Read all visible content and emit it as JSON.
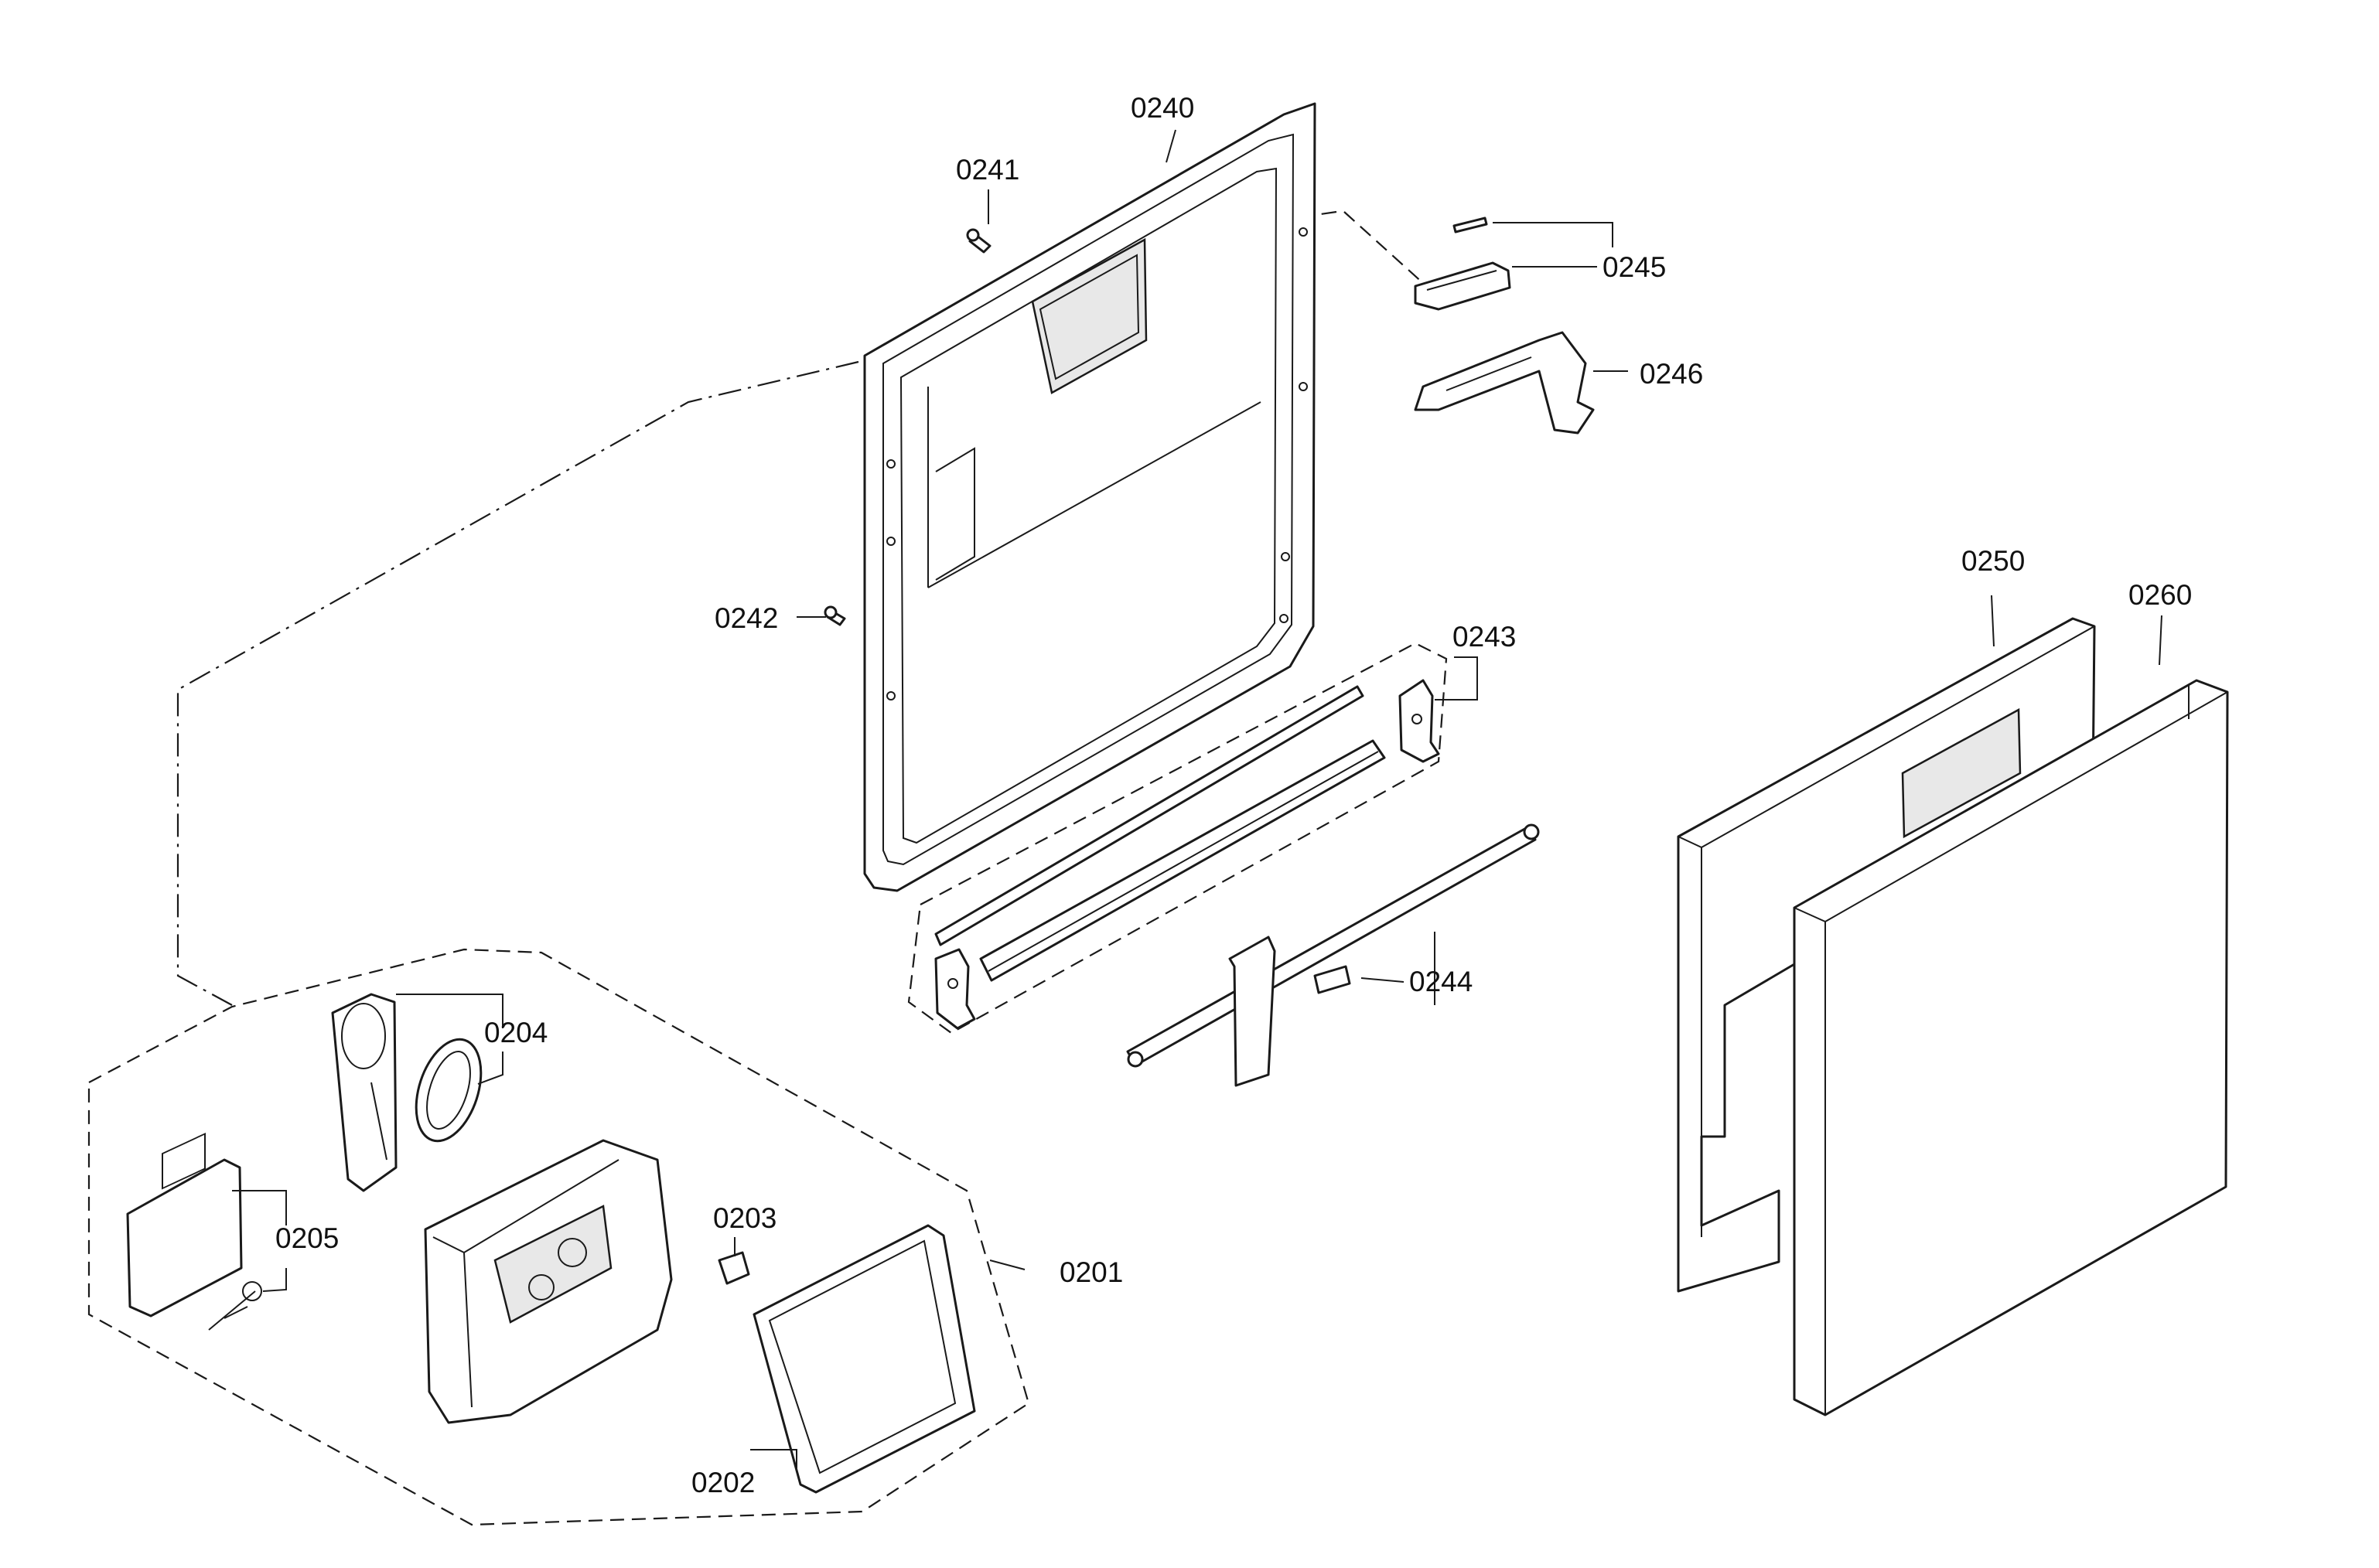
{
  "labels": {
    "p0240": "0240",
    "p0241": "0241",
    "p0242": "0242",
    "p0243": "0243",
    "p0244": "0244",
    "p0245": "0245",
    "p0246": "0246",
    "p0250": "0250",
    "p0260": "0260",
    "p0201": "0201",
    "p0202": "0202",
    "p0203": "0203",
    "p0204": "0204",
    "p0205": "0205"
  }
}
